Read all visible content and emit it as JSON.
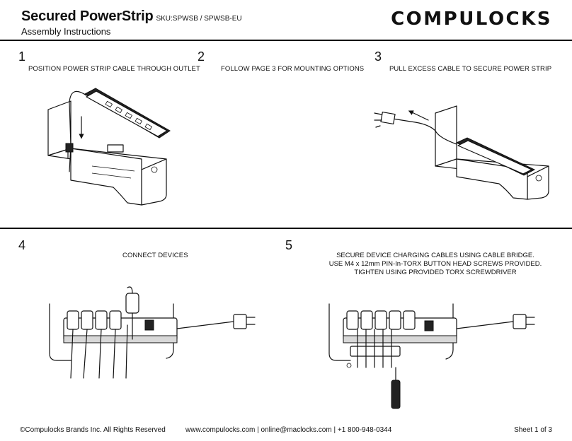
{
  "header": {
    "title": "Secured PowerStrip",
    "sku": "SKU:SPWSB / SPWSB-EU",
    "subtitle": "Assembly Instructions",
    "brand": "COMPULOCKS"
  },
  "steps": [
    {
      "number": "1",
      "caption": "POSITION POWER STRIP CABLE THROUGH OUTLET"
    },
    {
      "number": "2",
      "caption": "FOLLOW PAGE 3 FOR MOUNTING OPTIONS"
    },
    {
      "number": "3",
      "caption": "PULL EXCESS CABLE TO SECURE POWER STRIP"
    },
    {
      "number": "4",
      "caption": "CONNECT DEVICES"
    },
    {
      "number": "5",
      "caption_lines": [
        "SECURE DEVICE CHARGING CABLES USING CABLE BRIDGE.",
        "USE M4 x 12mm PIN-In-TORX BUTTON HEAD SCREWS PROVIDED.",
        "TIGHTEN USING PROVIDED TORX SCREWDRIVER"
      ]
    }
  ],
  "footer": {
    "copyright": "©Compulocks Brands Inc. All Rights Reserved",
    "contact": "www.compulocks.com | online@maclocks.com | +1 800-948-0344",
    "sheet": "Sheet 1 of 3"
  },
  "icons": [
    "power-strip-illustration",
    "bracket-illustration",
    "plug-illustration",
    "screwdriver-icon",
    "arrow-icon"
  ]
}
